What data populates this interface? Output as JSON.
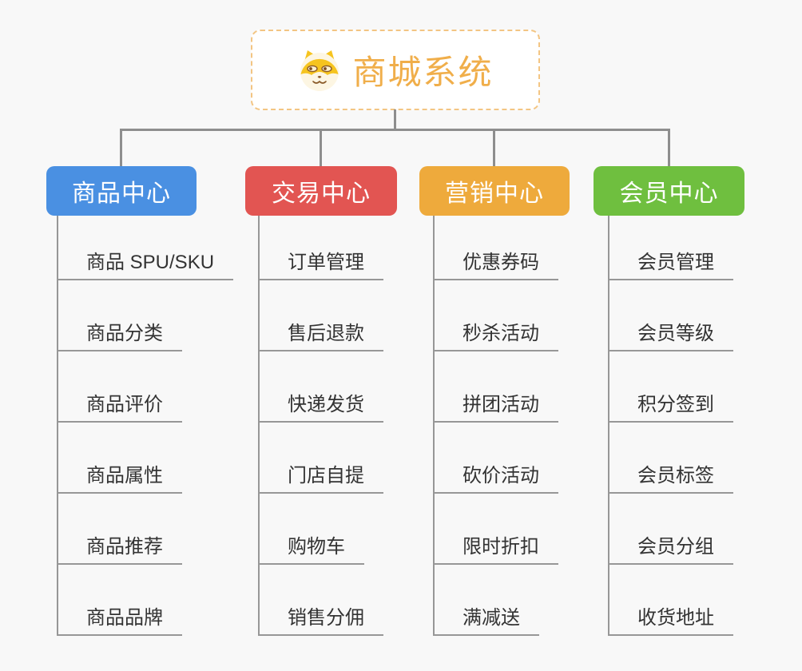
{
  "root": {
    "title": "商城系统",
    "icon": "doge-icon",
    "title_color": "#f0ae4a",
    "border_color": "#f3c583",
    "background": "#ffffff"
  },
  "canvas": {
    "background": "#f8f8f8",
    "connector_color": "#8e8e8e",
    "branch_line_color": "#979797",
    "item_text_color": "#333333"
  },
  "branches": [
    {
      "label": "商品中心",
      "color": "#4a90e2",
      "items": [
        "商品 SPU/SKU",
        "商品分类",
        "商品评价",
        "商品属性",
        "商品推荐",
        "商品品牌"
      ]
    },
    {
      "label": "交易中心",
      "color": "#e25552",
      "items": [
        "订单管理",
        "售后退款",
        "快递发货",
        "门店自提",
        "购物车",
        "销售分佣"
      ]
    },
    {
      "label": "营销中心",
      "color": "#eeaa3c",
      "items": [
        "优惠券码",
        "秒杀活动",
        "拼团活动",
        "砍价活动",
        "限时折扣",
        "满减送"
      ]
    },
    {
      "label": "会员中心",
      "color": "#6fbf3f",
      "items": [
        "会员管理",
        "会员等级",
        "积分签到",
        "会员标签",
        "会员分组",
        "收货地址"
      ]
    }
  ]
}
